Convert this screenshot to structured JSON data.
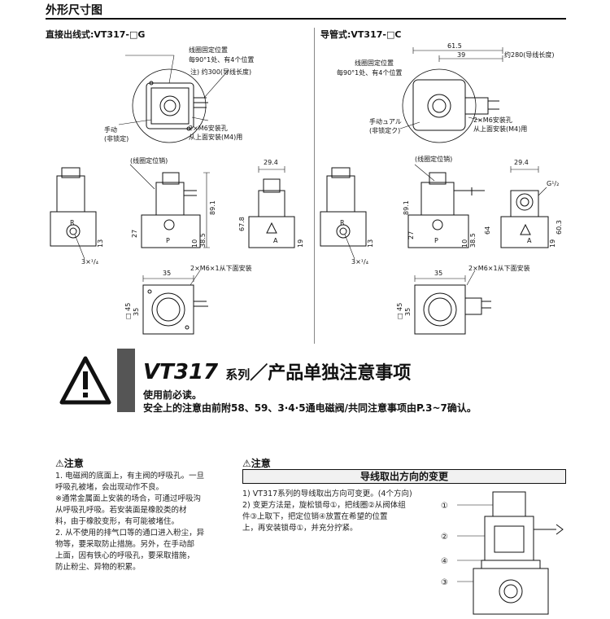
{
  "section_title": "外形尺寸图",
  "left_view": {
    "title": "直接出线式:VT317-□G",
    "coil_pos_label": "线圈固定位置",
    "coil_pos_sub": "每90°1处、有4个位置",
    "note_label": "注) 约300(导线长度)",
    "manual_label": "手动",
    "manual_sub": "(非锁定)",
    "mount_hole": "2×M6安装孔",
    "mount_sub": "从上面安装(M4)用",
    "pin_label": "(线圈定位销)",
    "port_r": "R",
    "port_p": "P",
    "port_a": "A",
    "port_count": "3×¹/₄",
    "bottom_mount": "2×M6×1从下面安装",
    "dims": {
      "d29_4": "29.4",
      "d89_1": "89.1",
      "d67_8": "67.8",
      "d38_5": "38.5",
      "d27": "27",
      "d10": "10",
      "d13": "13",
      "d19": "19",
      "d35": "35",
      "d45": "□ 45",
      "d35v": "35"
    }
  },
  "right_view": {
    "title": "导管式:VT317-□C",
    "d61_5": "61.5",
    "d39": "39",
    "wire_len": "约280(导线长度)",
    "coil_pos_label": "线圈固定位置",
    "coil_pos_sub": "每90°1处、有4个位置",
    "manual_label": "手动ュアル",
    "manual_sub": "(非锁定ク)",
    "mount_hole": "2×M6安装孔",
    "mount_sub": "从上面安装(M4)用",
    "pin_label": "(线圈定位销)",
    "g_label": "G¹/₂",
    "port_r": "R",
    "port_p": "P",
    "port_a": "A",
    "port_count": "3×¹/₄",
    "bottom_mount": "2×M6×1从下面安装",
    "dims": {
      "d29_4": "29.4",
      "d89_1": "89.1",
      "d64": "64",
      "d60_3": "60.3",
      "d38_5": "38.5",
      "d27": "27",
      "d10": "10",
      "d13": "13",
      "d19": "19",
      "d35": "35",
      "d45": "□ 45",
      "d35v": "35"
    }
  },
  "banner": {
    "title_main": "VT317",
    "title_series": "系列",
    "title_rest": "／产品单独注意事项",
    "line1": "使用前必读。",
    "line2": "安全上的注意由前附58、59、3·4·5通电磁阀/共同注意事项由P.3~7确认。"
  },
  "left_caution": {
    "header": "⚠注意",
    "notes": [
      "1. 电磁阀的底面上，有主阀的呼吸孔。一旦",
      "   呼吸孔被堵，会出现动作不良。",
      "※通常金属面上安装的场合，可通过呼吸沟",
      "   从呼吸孔呼吸。若安装面是橡胶类的材",
      "   料，由于橡胶变形，有可能被堵住。",
      "2. 从不使用的排气口等的通口进入粉尘，异",
      "   物等，要采取防止措施。另外，在手动部",
      "   上面，因有铁心的呼吸孔，要采取措施，",
      "   防止粉尘、异物的积累。"
    ]
  },
  "right_caution": {
    "header": "⚠注意",
    "topic": "导线取出方向的变更",
    "notes": [
      "1) VT317系列的导线取出方向可变更。(4个方向)",
      "2) 变更方法是，旋松锁母①，把线圈②从阀体组",
      "   件③上取下，把定位销④放置在希望的位置",
      "   上，再安装锁母①，并充分拧紧。"
    ],
    "callouts": [
      "①",
      "②",
      "④",
      "③"
    ]
  }
}
